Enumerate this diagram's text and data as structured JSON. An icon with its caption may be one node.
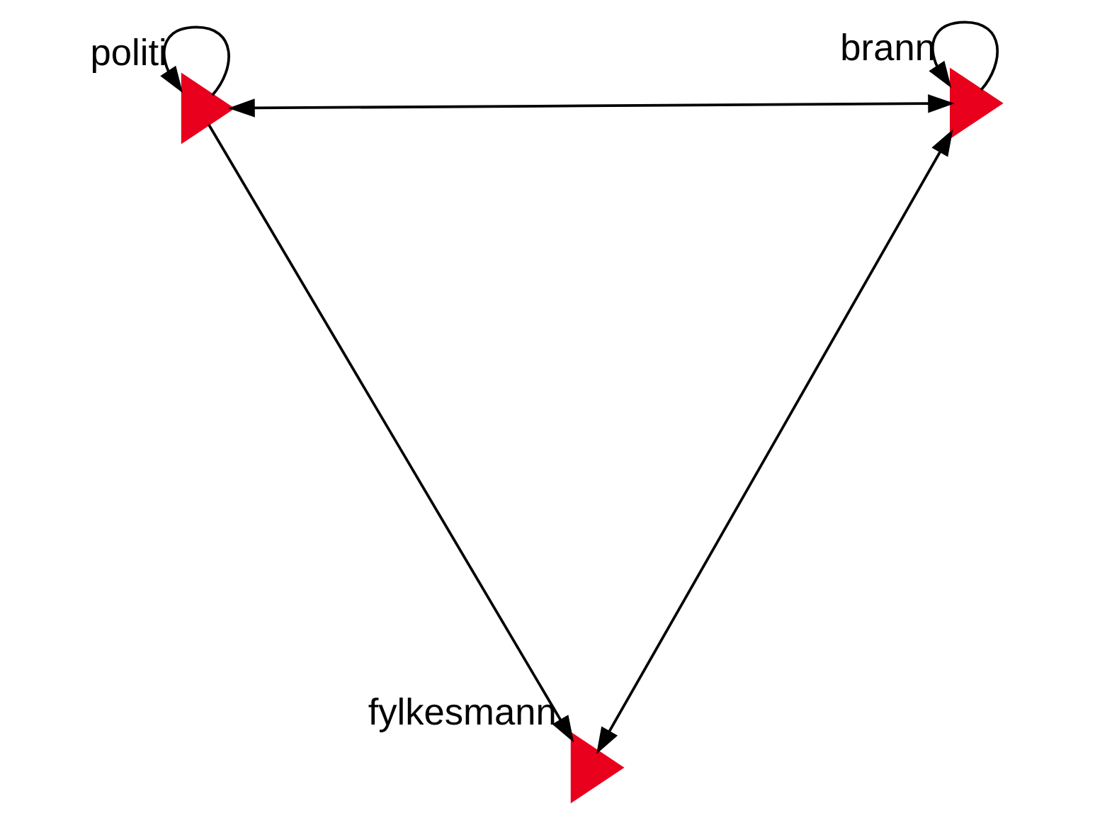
{
  "diagram": {
    "nodes": [
      {
        "text": [],
        "shape": "triangle",
        "beside": [
          "politi"
        ]
      },
      {
        "text": [],
        "shape": "triangle",
        "beside": [
          "brann"
        ]
      },
      {
        "text": [],
        "shape": "triangle",
        "beside": [
          "fylkesmann"
        ]
      }
    ],
    "edges": [
      {
        "from": 0,
        "to": 0,
        "arrow": "to"
      },
      {
        "from": 1,
        "to": 1,
        "arrow": "to"
      },
      {
        "from": 0,
        "to": 1,
        "arrow": "both"
      },
      {
        "from": 0,
        "to": 2,
        "arrow": "to"
      },
      {
        "from": 1,
        "to": 2,
        "arrow": "both"
      }
    ]
  }
}
